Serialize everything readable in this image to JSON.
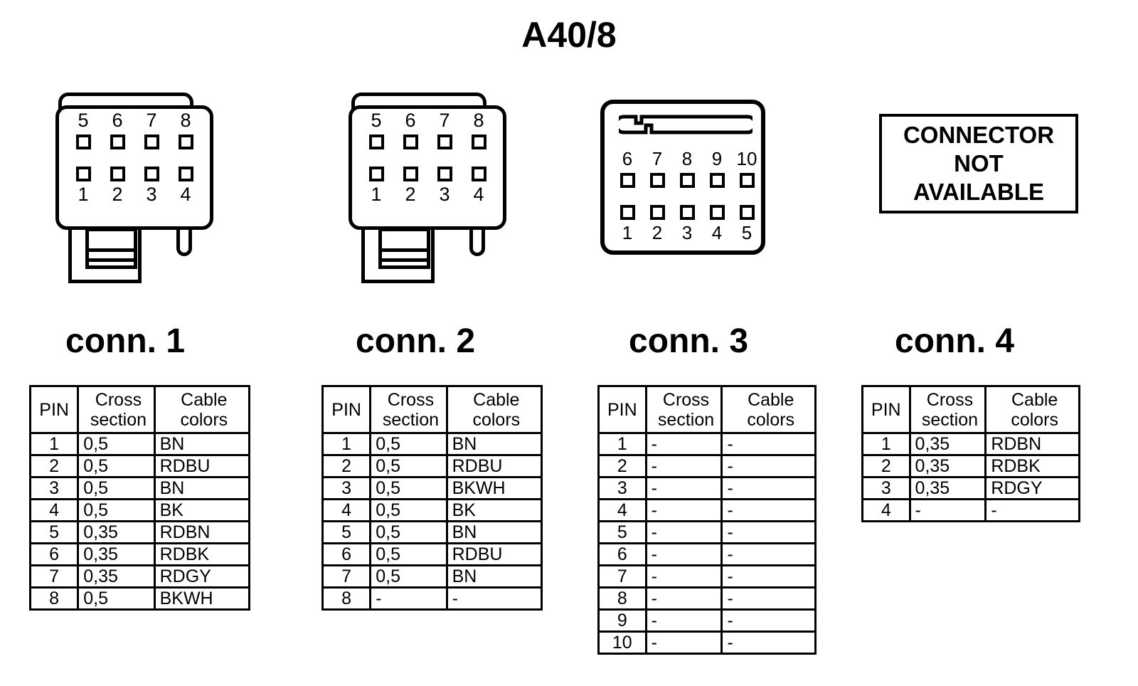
{
  "title": "A40/8",
  "table_headers": {
    "pin": "PIN",
    "cross_section": "Cross section",
    "cross_section_l1": "Cross",
    "cross_section_l2": "section",
    "cable_colors": "Cable colors",
    "cable_colors_l1": "Cable",
    "cable_colors_l2": "colors"
  },
  "connectors": [
    {
      "label": "conn. 1",
      "type": "8-pin",
      "pins_top": [
        "5",
        "6",
        "7",
        "8"
      ],
      "pins_bottom": [
        "1",
        "2",
        "3",
        "4"
      ],
      "rows": [
        {
          "pin": "1",
          "cross_section": "0,5",
          "cable_colors": "BN"
        },
        {
          "pin": "2",
          "cross_section": "0,5",
          "cable_colors": "RDBU"
        },
        {
          "pin": "3",
          "cross_section": "0,5",
          "cable_colors": "BN"
        },
        {
          "pin": "4",
          "cross_section": "0,5",
          "cable_colors": "BK"
        },
        {
          "pin": "5",
          "cross_section": "0,35",
          "cable_colors": "RDBN"
        },
        {
          "pin": "6",
          "cross_section": "0,35",
          "cable_colors": "RDBK"
        },
        {
          "pin": "7",
          "cross_section": "0,35",
          "cable_colors": "RDGY"
        },
        {
          "pin": "8",
          "cross_section": "0,5",
          "cable_colors": "BKWH"
        }
      ]
    },
    {
      "label": "conn. 2",
      "type": "8-pin",
      "pins_top": [
        "5",
        "6",
        "7",
        "8"
      ],
      "pins_bottom": [
        "1",
        "2",
        "3",
        "4"
      ],
      "rows": [
        {
          "pin": "1",
          "cross_section": "0,5",
          "cable_colors": "BN"
        },
        {
          "pin": "2",
          "cross_section": "0,5",
          "cable_colors": "RDBU"
        },
        {
          "pin": "3",
          "cross_section": "0,5",
          "cable_colors": "BKWH"
        },
        {
          "pin": "4",
          "cross_section": "0,5",
          "cable_colors": "BK"
        },
        {
          "pin": "5",
          "cross_section": "0,5",
          "cable_colors": "BN"
        },
        {
          "pin": "6",
          "cross_section": "0,5",
          "cable_colors": "RDBU"
        },
        {
          "pin": "7",
          "cross_section": "0,5",
          "cable_colors": "BN"
        },
        {
          "pin": "8",
          "cross_section": "-",
          "cable_colors": "-"
        }
      ]
    },
    {
      "label": "conn. 3",
      "type": "10-pin",
      "pins_top": [
        "6",
        "7",
        "8",
        "9",
        "10"
      ],
      "pins_bottom": [
        "1",
        "2",
        "3",
        "4",
        "5"
      ],
      "rows": [
        {
          "pin": "1",
          "cross_section": "-",
          "cable_colors": "-"
        },
        {
          "pin": "2",
          "cross_section": "-",
          "cable_colors": "-"
        },
        {
          "pin": "3",
          "cross_section": "-",
          "cable_colors": "-"
        },
        {
          "pin": "4",
          "cross_section": "-",
          "cable_colors": "-"
        },
        {
          "pin": "5",
          "cross_section": "-",
          "cable_colors": "-"
        },
        {
          "pin": "6",
          "cross_section": "-",
          "cable_colors": "-"
        },
        {
          "pin": "7",
          "cross_section": "-",
          "cable_colors": "-"
        },
        {
          "pin": "8",
          "cross_section": "-",
          "cable_colors": "-"
        },
        {
          "pin": "9",
          "cross_section": "-",
          "cable_colors": "-"
        },
        {
          "pin": "10",
          "cross_section": "-",
          "cable_colors": "-"
        }
      ]
    },
    {
      "label": "conn. 4",
      "type": "not-available",
      "not_available_lines": [
        "CONNECTOR",
        "NOT",
        "AVAILABLE"
      ],
      "rows": [
        {
          "pin": "1",
          "cross_section": "0,35",
          "cable_colors": "RDBN"
        },
        {
          "pin": "2",
          "cross_section": "0,35",
          "cable_colors": "RDBK"
        },
        {
          "pin": "3",
          "cross_section": "0,35",
          "cable_colors": "RDGY"
        },
        {
          "pin": "4",
          "cross_section": "-",
          "cable_colors": "-"
        }
      ]
    }
  ],
  "colors": {
    "ink": "#000000",
    "paper": "#ffffff"
  }
}
